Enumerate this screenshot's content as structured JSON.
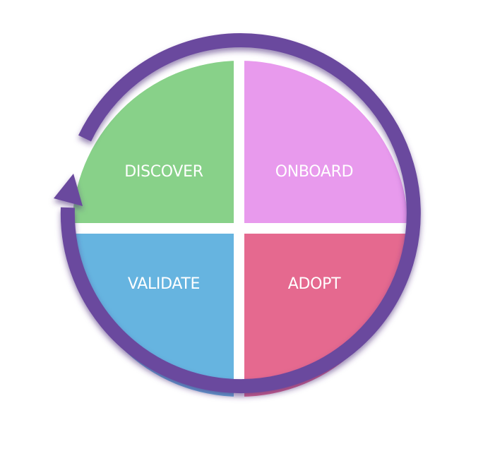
{
  "diagram": {
    "type": "cycle-quadrants",
    "quadrants": [
      {
        "position": "top-left",
        "label": "DISCOVER",
        "color": "#88d189"
      },
      {
        "position": "top-right",
        "label": "ONBOARD",
        "color": "#e89aed"
      },
      {
        "position": "bottom-left",
        "label": "VALIDATE",
        "color": "#66b4e0"
      },
      {
        "position": "bottom-right",
        "label": "ADOPT",
        "color": "#e5698f"
      }
    ],
    "ring": {
      "color": "#6b4a9e",
      "direction": "clockwise",
      "arrow": "left-side-pointing-up"
    },
    "background": "#ffffff"
  }
}
